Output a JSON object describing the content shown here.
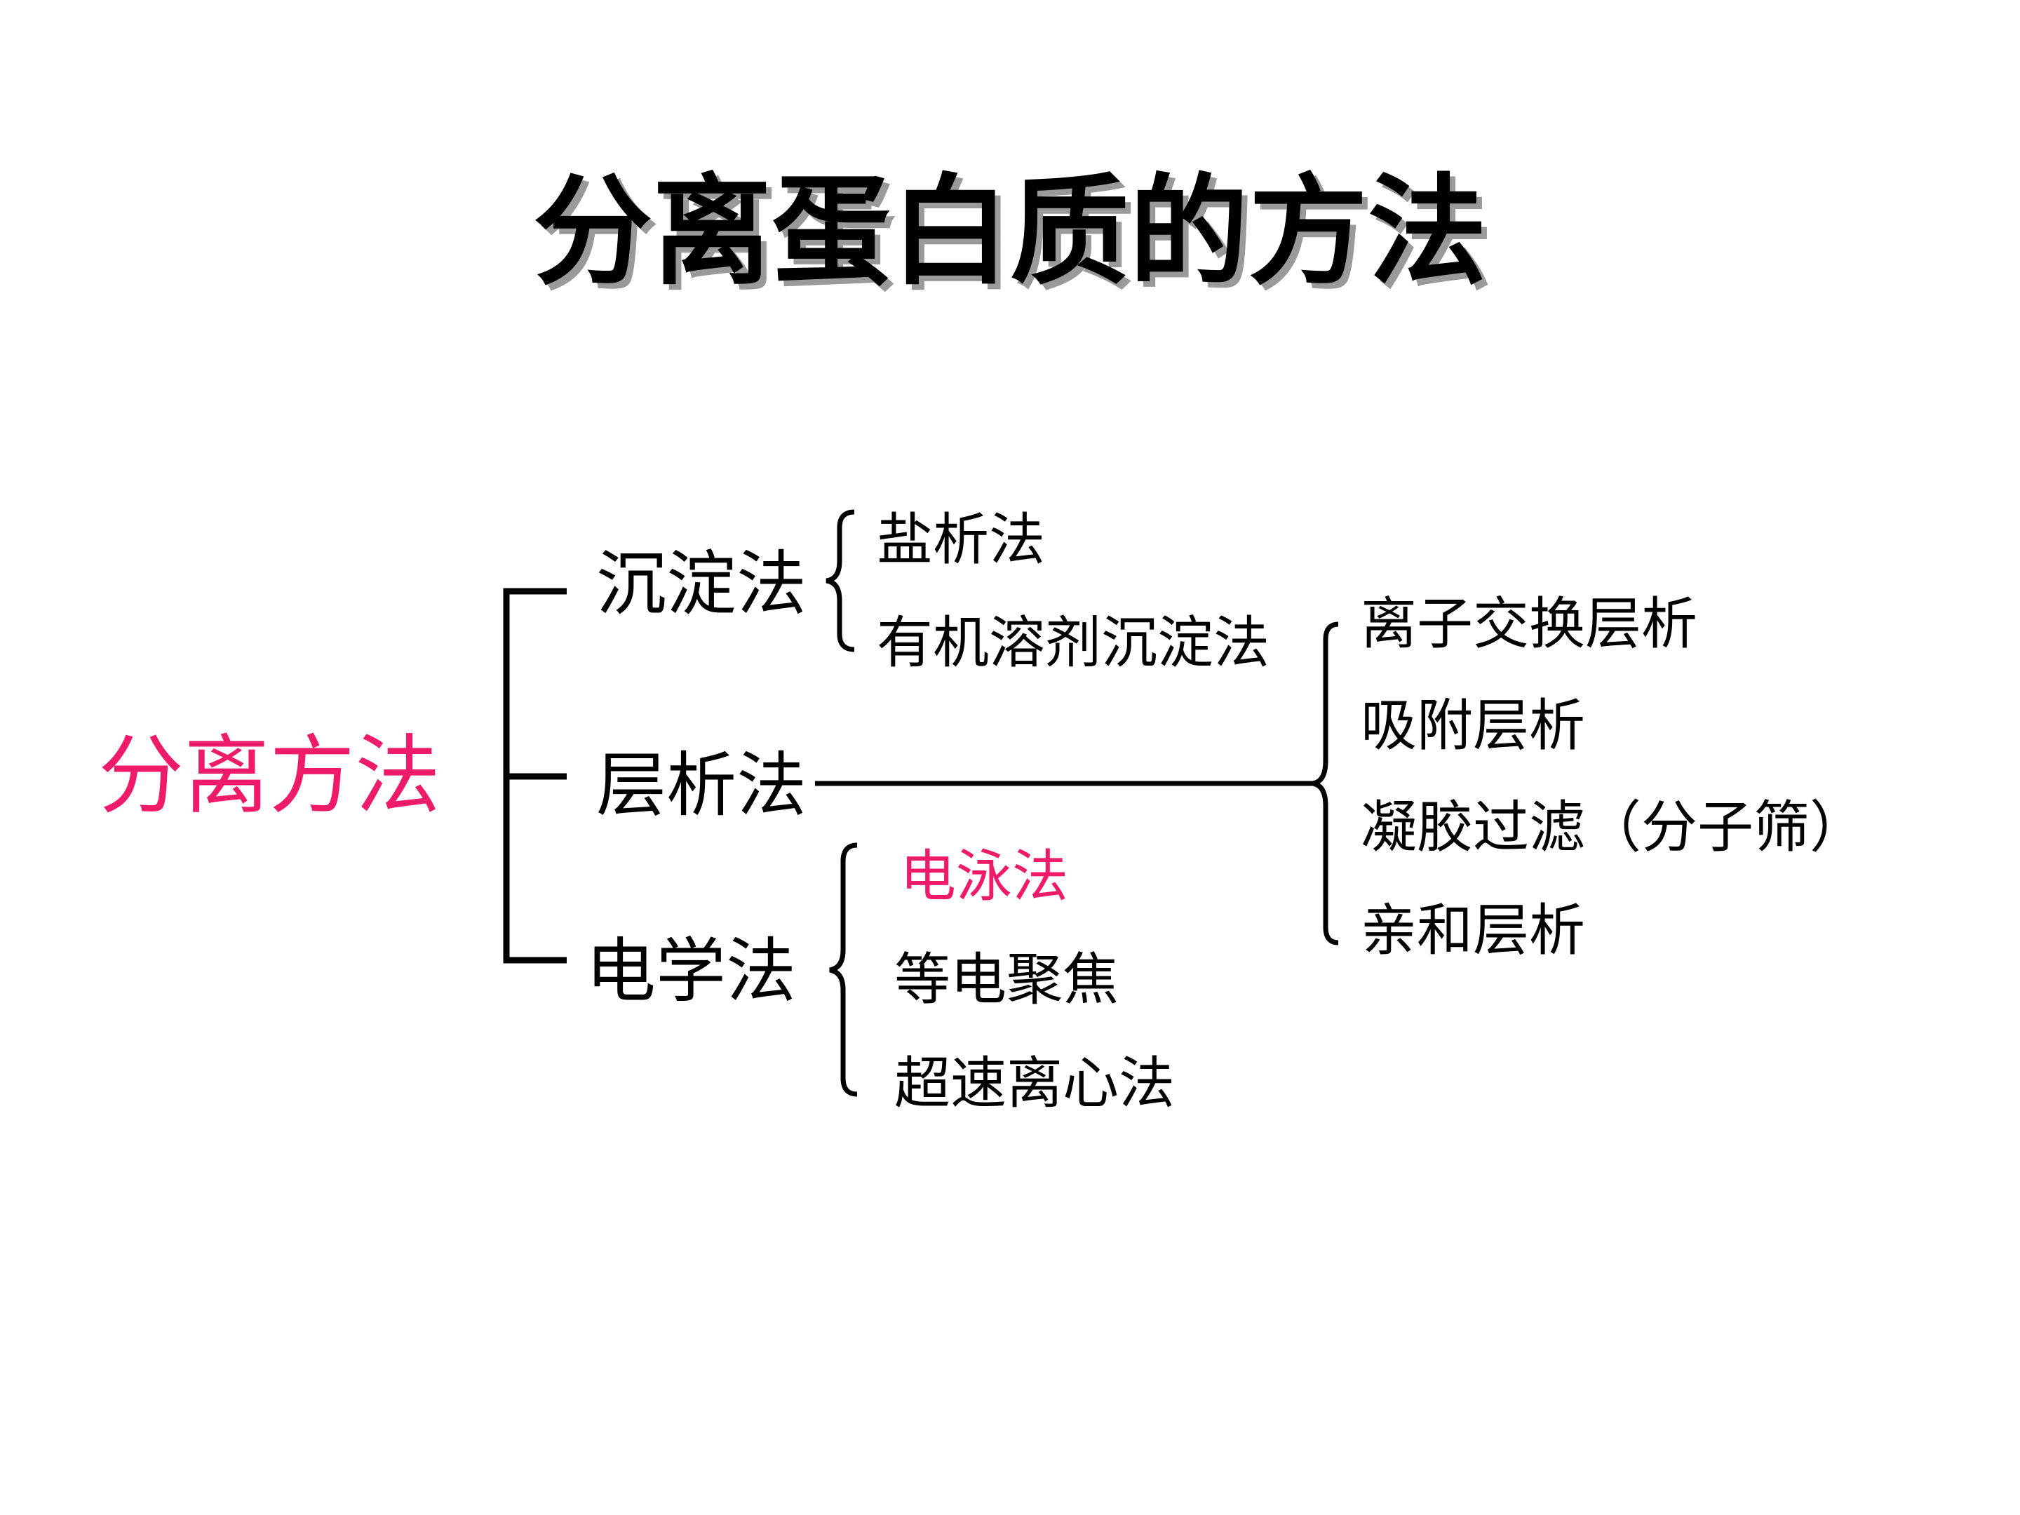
{
  "title": "分离蛋白质的方法",
  "root": "分离方法",
  "categories": {
    "precipitation": "沉淀法",
    "chromatography": "层析法",
    "electrical": "电学法"
  },
  "precipitation_methods": [
    "盐析法",
    "有机溶剂沉淀法"
  ],
  "chromatography_methods": [
    "离子交换层析",
    "吸附层析",
    "凝胶过滤（分子筛）",
    "亲和层析"
  ],
  "electrical_methods": [
    "电泳法",
    "等电聚焦",
    "超速离心法"
  ],
  "colors": {
    "text": "#000000",
    "accent": "#ee1a6a",
    "title_shadow": "#9a9a9a",
    "background": "#ffffff"
  }
}
